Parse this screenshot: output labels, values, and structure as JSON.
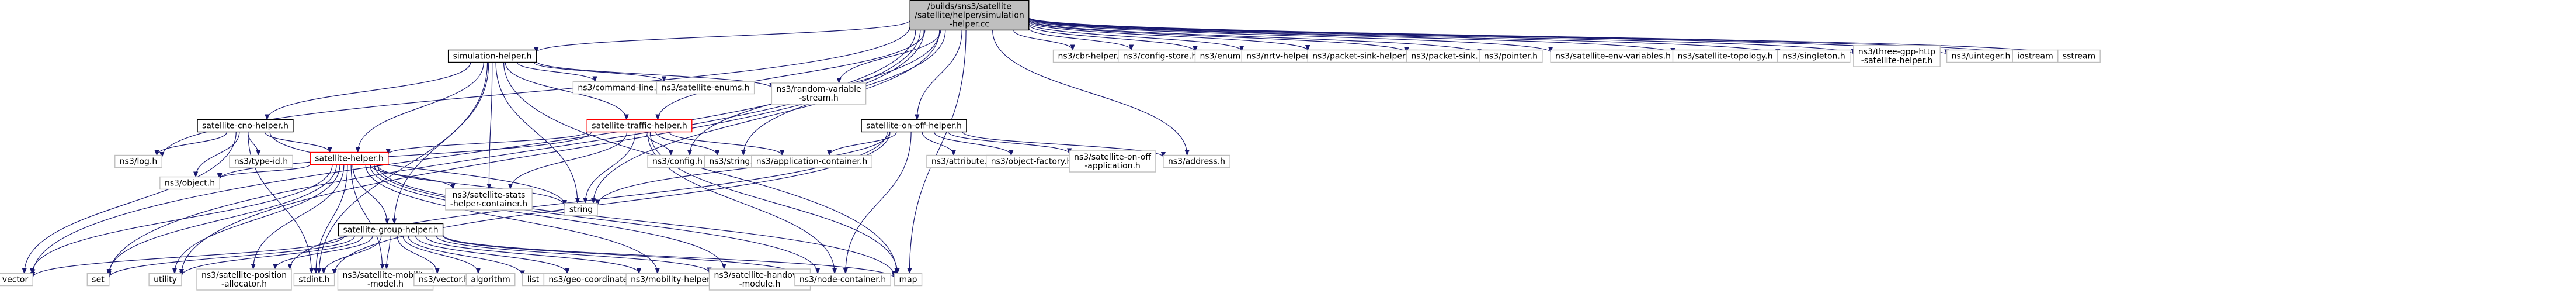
{
  "diagram": {
    "kind": "include-dependency-graph",
    "style": {
      "root_fill": "#bfbfbf",
      "documented_border": "#000000",
      "highlighted_border": "#ff0000",
      "external_border": "#bfbfbf",
      "edge_color": "#191970"
    },
    "nodes": [
      {
        "id": "root",
        "lines": [
          "/builds/sns3/satellite",
          "/satellite/helper/simulation",
          "-helper.cc"
        ],
        "kind": "root"
      },
      {
        "id": "simhelper",
        "lines": [
          "simulation-helper.h"
        ],
        "kind": "doc"
      },
      {
        "id": "cnohelper",
        "lines": [
          "satellite-cno-helper.h"
        ],
        "kind": "doc"
      },
      {
        "id": "traffic",
        "lines": [
          "satellite-traffic-helper.h"
        ],
        "kind": "red"
      },
      {
        "id": "onoff",
        "lines": [
          "satellite-on-off-helper.h"
        ],
        "kind": "doc"
      },
      {
        "id": "sathelper",
        "lines": [
          "satellite-helper.h"
        ],
        "kind": "red"
      },
      {
        "id": "group",
        "lines": [
          "satellite-group-helper.h"
        ],
        "kind": "doc"
      },
      {
        "id": "log",
        "lines": [
          "ns3/log.h"
        ],
        "kind": "gray"
      },
      {
        "id": "typeid",
        "lines": [
          "ns3/type-id.h"
        ],
        "kind": "gray"
      },
      {
        "id": "cmdline",
        "lines": [
          "ns3/command-line.h"
        ],
        "kind": "gray"
      },
      {
        "id": "enums",
        "lines": [
          "ns3/satellite-enums.h"
        ],
        "kind": "gray"
      },
      {
        "id": "randvar",
        "lines": [
          "ns3/random-variable",
          "-stream.h"
        ],
        "kind": "gray"
      },
      {
        "id": "config",
        "lines": [
          "ns3/config.h"
        ],
        "kind": "gray"
      },
      {
        "id": "nsstring",
        "lines": [
          "ns3/string.h"
        ],
        "kind": "gray"
      },
      {
        "id": "appcont",
        "lines": [
          "ns3/application-container.h"
        ],
        "kind": "gray"
      },
      {
        "id": "attribute",
        "lines": [
          "ns3/attribute.h"
        ],
        "kind": "gray"
      },
      {
        "id": "objfactory",
        "lines": [
          "ns3/object-factory.h"
        ],
        "kind": "gray"
      },
      {
        "id": "onoffapp",
        "lines": [
          "ns3/satellite-on-off",
          "-application.h"
        ],
        "kind": "gray"
      },
      {
        "id": "address",
        "lines": [
          "ns3/address.h"
        ],
        "kind": "gray"
      },
      {
        "id": "object",
        "lines": [
          "ns3/object.h"
        ],
        "kind": "gray"
      },
      {
        "id": "stats",
        "lines": [
          "ns3/satellite-stats",
          "-helper-container.h"
        ],
        "kind": "gray"
      },
      {
        "id": "string",
        "lines": [
          "string"
        ],
        "kind": "gray"
      },
      {
        "id": "vector",
        "lines": [
          "vector"
        ],
        "kind": "gray"
      },
      {
        "id": "set",
        "lines": [
          "set"
        ],
        "kind": "gray"
      },
      {
        "id": "utility",
        "lines": [
          "utility"
        ],
        "kind": "gray"
      },
      {
        "id": "posalloc",
        "lines": [
          "ns3/satellite-position",
          "-allocator.h"
        ],
        "kind": "gray"
      },
      {
        "id": "stdint",
        "lines": [
          "stdint.h"
        ],
        "kind": "gray"
      },
      {
        "id": "mobmodel",
        "lines": [
          "ns3/satellite-mobility",
          "-model.h"
        ],
        "kind": "gray"
      },
      {
        "id": "nsvector",
        "lines": [
          "ns3/vector.h"
        ],
        "kind": "gray"
      },
      {
        "id": "algorithm",
        "lines": [
          "algorithm"
        ],
        "kind": "gray"
      },
      {
        "id": "list",
        "lines": [
          "list"
        ],
        "kind": "gray"
      },
      {
        "id": "geocoord",
        "lines": [
          "ns3/geo-coordinate.h"
        ],
        "kind": "gray"
      },
      {
        "id": "mobhelper",
        "lines": [
          "ns3/mobility-helper.h"
        ],
        "kind": "gray"
      },
      {
        "id": "handover",
        "lines": [
          "ns3/satellite-handover",
          "-module.h"
        ],
        "kind": "gray"
      },
      {
        "id": "nodecont",
        "lines": [
          "ns3/node-container.h"
        ],
        "kind": "gray"
      },
      {
        "id": "map",
        "lines": [
          "map"
        ],
        "kind": "gray"
      },
      {
        "id": "cbr",
        "lines": [
          "ns3/cbr-helper.h"
        ],
        "kind": "gray"
      },
      {
        "id": "cfgstore",
        "lines": [
          "ns3/config-store.h"
        ],
        "kind": "gray"
      },
      {
        "id": "enum",
        "lines": [
          "ns3/enum.h"
        ],
        "kind": "gray"
      },
      {
        "id": "nrtv",
        "lines": [
          "ns3/nrtv-helper.h"
        ],
        "kind": "gray"
      },
      {
        "id": "pktsinkhelper",
        "lines": [
          "ns3/packet-sink-helper.h"
        ],
        "kind": "gray"
      },
      {
        "id": "pktsink",
        "lines": [
          "ns3/packet-sink.h"
        ],
        "kind": "gray"
      },
      {
        "id": "pointer",
        "lines": [
          "ns3/pointer.h"
        ],
        "kind": "gray"
      },
      {
        "id": "envvars",
        "lines": [
          "ns3/satellite-env-variables.h"
        ],
        "kind": "gray"
      },
      {
        "id": "topology",
        "lines": [
          "ns3/satellite-topology.h"
        ],
        "kind": "gray"
      },
      {
        "id": "singleton",
        "lines": [
          "ns3/singleton.h"
        ],
        "kind": "gray"
      },
      {
        "id": "threegpp",
        "lines": [
          "ns3/three-gpp-http",
          "-satellite-helper.h"
        ],
        "kind": "gray"
      },
      {
        "id": "uinteger",
        "lines": [
          "ns3/uinteger.h"
        ],
        "kind": "gray"
      },
      {
        "id": "iostream",
        "lines": [
          "iostream"
        ],
        "kind": "gray"
      },
      {
        "id": "sstream",
        "lines": [
          "sstream"
        ],
        "kind": "gray"
      }
    ],
    "edges": [
      [
        "root",
        "simhelper"
      ],
      [
        "root",
        "vector"
      ],
      [
        "root",
        "set"
      ],
      [
        "root",
        "utility"
      ],
      [
        "root",
        "log"
      ],
      [
        "root",
        "randvar"
      ],
      [
        "root",
        "config"
      ],
      [
        "root",
        "nsstring"
      ],
      [
        "root",
        "string"
      ],
      [
        "root",
        "onoff"
      ],
      [
        "root",
        "map"
      ],
      [
        "root",
        "cbr"
      ],
      [
        "root",
        "cfgstore"
      ],
      [
        "root",
        "enum"
      ],
      [
        "root",
        "nrtv"
      ],
      [
        "root",
        "pktsinkhelper"
      ],
      [
        "root",
        "pktsink"
      ],
      [
        "root",
        "pointer"
      ],
      [
        "root",
        "envvars"
      ],
      [
        "root",
        "topology"
      ],
      [
        "root",
        "singleton"
      ],
      [
        "root",
        "threegpp"
      ],
      [
        "root",
        "uinteger"
      ],
      [
        "root",
        "iostream"
      ],
      [
        "root",
        "sstream"
      ],
      [
        "root",
        "address"
      ],
      [
        "root",
        "traffic"
      ],
      [
        "simhelper",
        "cnohelper"
      ],
      [
        "simhelper",
        "cmdline"
      ],
      [
        "simhelper",
        "enums"
      ],
      [
        "simhelper",
        "traffic"
      ],
      [
        "simhelper",
        "randvar"
      ],
      [
        "simhelper",
        "sathelper"
      ],
      [
        "simhelper",
        "group"
      ],
      [
        "simhelper",
        "string"
      ],
      [
        "simhelper",
        "map"
      ],
      [
        "simhelper",
        "stats"
      ],
      [
        "simhelper",
        "stdint"
      ],
      [
        "cnohelper",
        "log"
      ],
      [
        "cnohelper",
        "typeid"
      ],
      [
        "cnohelper",
        "object"
      ],
      [
        "cnohelper",
        "sathelper"
      ],
      [
        "cnohelper",
        "vector"
      ],
      [
        "cnohelper",
        "string"
      ],
      [
        "cnohelper",
        "stdint"
      ],
      [
        "traffic",
        "sathelper"
      ],
      [
        "traffic",
        "stats"
      ],
      [
        "traffic",
        "config"
      ],
      [
        "traffic",
        "nsstring"
      ],
      [
        "traffic",
        "appcont"
      ],
      [
        "traffic",
        "string"
      ],
      [
        "traffic",
        "nodecont"
      ],
      [
        "traffic",
        "object"
      ],
      [
        "traffic",
        "map"
      ],
      [
        "onoff",
        "attribute"
      ],
      [
        "onoff",
        "objfactory"
      ],
      [
        "onoff",
        "onoffapp"
      ],
      [
        "onoff",
        "address"
      ],
      [
        "onoff",
        "appcont"
      ],
      [
        "onoff",
        "string"
      ],
      [
        "onoff",
        "nodecont"
      ],
      [
        "onoff",
        "stdint"
      ],
      [
        "onoff",
        "posalloc"
      ],
      [
        "sathelper",
        "object"
      ],
      [
        "sathelper",
        "stats"
      ],
      [
        "sathelper",
        "group"
      ],
      [
        "sathelper",
        "string"
      ],
      [
        "sathelper",
        "vector"
      ],
      [
        "sathelper",
        "set"
      ],
      [
        "sathelper",
        "utility"
      ],
      [
        "sathelper",
        "posalloc"
      ],
      [
        "sathelper",
        "stdint"
      ],
      [
        "sathelper",
        "mobmodel"
      ],
      [
        "sathelper",
        "nodecont"
      ],
      [
        "sathelper",
        "map"
      ],
      [
        "sathelper",
        "handover"
      ],
      [
        "sathelper",
        "mobhelper"
      ],
      [
        "group",
        "vector"
      ],
      [
        "group",
        "set"
      ],
      [
        "group",
        "utility"
      ],
      [
        "group",
        "posalloc"
      ],
      [
        "group",
        "stdint"
      ],
      [
        "group",
        "mobmodel"
      ],
      [
        "group",
        "nsvector"
      ],
      [
        "group",
        "algorithm"
      ],
      [
        "group",
        "list"
      ],
      [
        "group",
        "geocoord"
      ],
      [
        "group",
        "mobhelper"
      ],
      [
        "group",
        "handover"
      ],
      [
        "group",
        "nodecont"
      ],
      [
        "group",
        "map"
      ]
    ]
  }
}
